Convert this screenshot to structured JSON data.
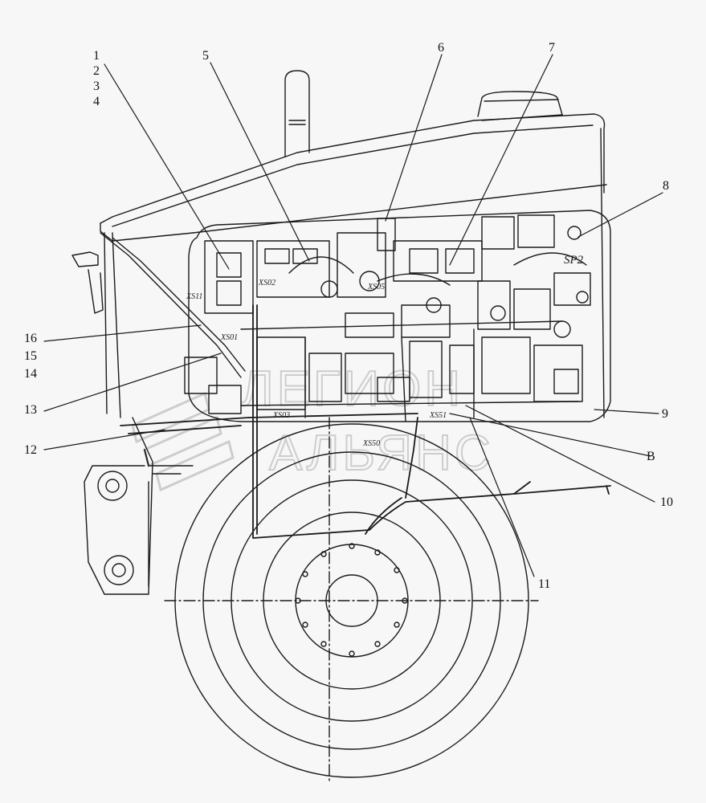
{
  "diagram": {
    "callouts": [
      "1",
      "2",
      "3",
      "4",
      "5",
      "6",
      "7",
      "8",
      "9",
      "10",
      "11",
      "12",
      "13",
      "14",
      "15",
      "16",
      "B"
    ],
    "component_labels": [
      "SP2",
      "XS01",
      "XS02",
      "XS03",
      "XS11",
      "XS05",
      "XS50",
      "XS51"
    ],
    "watermark": {
      "line1": "ЛЕГИОН",
      "line2": "АЛЬЯНС"
    }
  },
  "colors": {
    "background": "#f7f7f7",
    "line": "#1a1a1a",
    "watermark": "#c9c9c9"
  }
}
